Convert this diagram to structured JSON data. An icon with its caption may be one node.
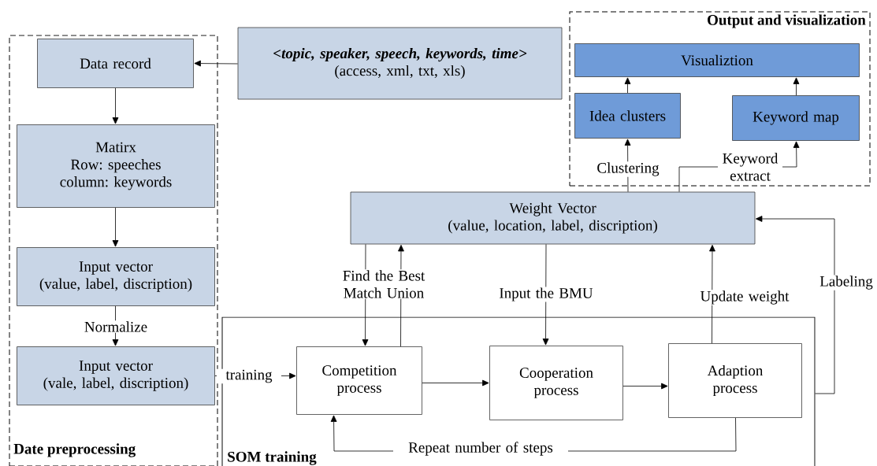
{
  "diagram": {
    "nodes": [
      {
        "text": [
          "Date preprocessing"
        ]
      },
      {
        "text": [
          "Data record"
        ],
        "in": 0
      },
      {
        "text": [
          "Matirx",
          "Row: speeches column: keywords"
        ],
        "in": 0
      },
      {
        "text": [
          "Input vector",
          "(value, label, discription)"
        ],
        "in": 0
      },
      {
        "text": [
          "Input vector",
          "(vale, label, discription)"
        ],
        "in": 0
      },
      {
        "text": [
          "<topic, speaker, speech, keywords, time>",
          "(access, xml, txt, xls)"
        ]
      },
      {
        "text": [
          "Output and visualization"
        ]
      },
      {
        "text": [
          "Visualiztion"
        ],
        "in": 6
      },
      {
        "text": [
          "Idea clusters"
        ],
        "in": 6
      },
      {
        "text": [
          "Keyword map"
        ],
        "in": 6
      },
      {
        "text": [
          "Weight Vector",
          "(value, location, label, discription)"
        ]
      },
      {
        "text": [
          "SOM training"
        ]
      },
      {
        "text": [
          "Competition process"
        ],
        "in": 11
      },
      {
        "text": [
          "Cooperation process"
        ],
        "in": 11
      },
      {
        "text": [
          "Adaption process"
        ],
        "in": 11
      }
    ],
    "edges": [
      {
        "from": 5,
        "to": 1,
        "arrow": "to"
      },
      {
        "from": 1,
        "to": 2,
        "arrow": "to"
      },
      {
        "from": 2,
        "to": 3,
        "arrow": "to"
      },
      {
        "from": 3,
        "to": 4,
        "arrow": "to",
        "label": "Normalize"
      },
      {
        "from": 4,
        "to": 12,
        "arrow": "to",
        "label": "training"
      },
      {
        "from": 12,
        "to": 13,
        "arrow": "to"
      },
      {
        "from": 13,
        "to": 14,
        "arrow": "to"
      },
      {
        "from": 14,
        "to": 12,
        "arrow": "to",
        "label": "Repeat number of steps"
      },
      {
        "from": 10,
        "to": 12,
        "arrow": "to",
        "label": "Find the Best Match Union"
      },
      {
        "from": 12,
        "to": 10,
        "arrow": "to"
      },
      {
        "from": 10,
        "to": 13,
        "arrow": "to",
        "label": "Input the BMU"
      },
      {
        "from": 14,
        "to": 10,
        "arrow": "to",
        "label": "Update weight"
      },
      {
        "from": 11,
        "to": 10,
        "arrow": "to",
        "label": "Labeling"
      },
      {
        "from": 10,
        "to": 8,
        "arrow": "to",
        "label": "Clustering"
      },
      {
        "from": 10,
        "to": 9,
        "arrow": "to",
        "label": "Keyword extract"
      },
      {
        "from": 8,
        "to": 7,
        "arrow": "to"
      },
      {
        "from": 9,
        "to": 7,
        "arrow": "to"
      }
    ]
  }
}
